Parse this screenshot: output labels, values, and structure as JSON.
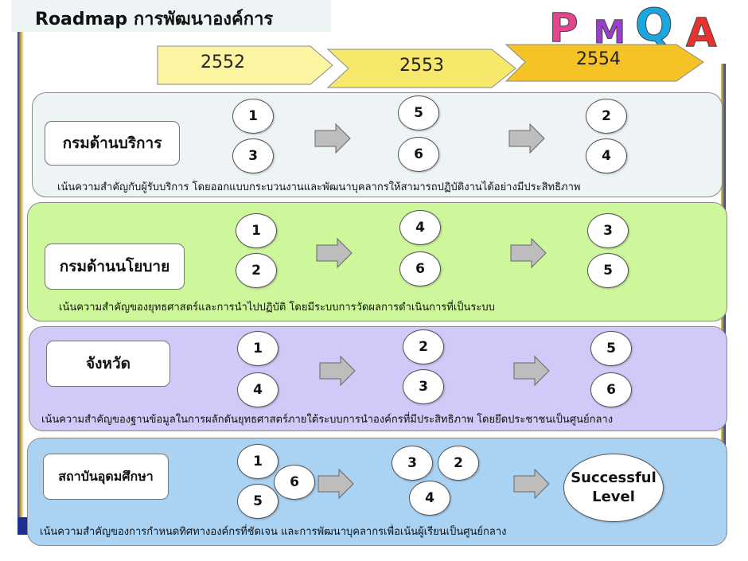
{
  "title": "Roadmap การพัฒนาองค์การ",
  "logo": {
    "letters": [
      "P",
      "M",
      "Q",
      "A"
    ],
    "colors": [
      "#e5448f",
      "#9a3fd0",
      "#1aa7e0",
      "#e8322f"
    ]
  },
  "years": [
    "2552",
    "2553",
    "2554"
  ],
  "year_colors": [
    "#fbf4a0",
    "#f6e86a",
    "#f5c325"
  ],
  "panels": [
    {
      "label": "กรมด้านบริการ",
      "color": "#eef3f5",
      "col1": [
        "1",
        "3"
      ],
      "col2": [
        "5",
        "6"
      ],
      "col3": [
        "2",
        "4"
      ],
      "note": "เน้นความสำคัญกับผู้รับบริการ โดยออกแบบกระบวนงานและพัฒนาบุคลากรให้สามารถปฏิบัติงานได้อย่างมีประสิทธิภาพ"
    },
    {
      "label": "กรมด้านนโยบาย",
      "color": "#cdf79a",
      "col1": [
        "1",
        "2"
      ],
      "col2": [
        "4",
        "6"
      ],
      "col3": [
        "3",
        "5"
      ],
      "note": "เน้นความสำคัญของยุทธศาสตร์และการนำไปปฏิบัติ  โดยมีระบบการวัดผลการดำเนินการที่เป็นระบบ"
    },
    {
      "label": "จังหวัด",
      "color": "#cfcaf7",
      "col1": [
        "1",
        "4"
      ],
      "col2": [
        "2",
        "3"
      ],
      "col3": [
        "5",
        "6"
      ],
      "note": "เน้นความสำคัญของฐานข้อมูลในการผลักดันยุทธศาสตร์ภายใต้ระบบการนำองค์กรที่มีประสิทธิภาพ โดยยึดประชาชนเป็นศูนย์กลาง"
    },
    {
      "label": "สถาบันอุดมศึกษา",
      "color": "#a9d2f3",
      "col1": [
        "1",
        "6",
        "5"
      ],
      "col2": [
        "3",
        "2",
        "4"
      ],
      "success": [
        "Successful",
        "Level"
      ],
      "note": "เน้นความสำคัญของการกำหนดทิศทางองค์กรที่ชัดเจน และการพัฒนาบุคลากรเพื่อเน้นผู้เรียนเป็นศูนย์กลาง"
    }
  ]
}
